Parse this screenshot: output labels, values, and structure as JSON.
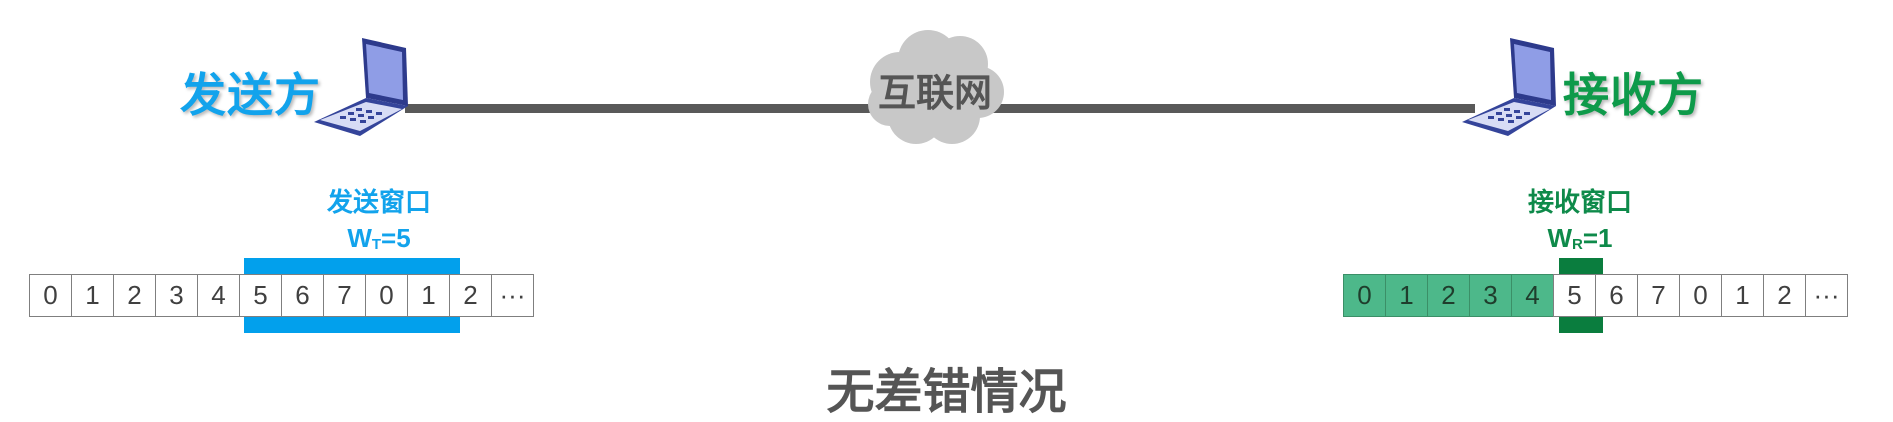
{
  "sender": {
    "label": "发送方"
  },
  "receiver": {
    "label": "接收方"
  },
  "network": {
    "label": "互联网"
  },
  "send_window": {
    "title": "发送窗口",
    "eq_letter": "W",
    "eq_sub": "T",
    "eq_rest": "=5",
    "cells": [
      "0",
      "1",
      "2",
      "3",
      "4",
      "5",
      "6",
      "7",
      "0",
      "1",
      "2",
      "···"
    ],
    "window_start_index": 5,
    "window_size": 5
  },
  "recv_window": {
    "title": "接收窗口",
    "eq_letter": "W",
    "eq_sub": "R",
    "eq_rest": "=1",
    "cells": [
      "0",
      "1",
      "2",
      "3",
      "4",
      "5",
      "6",
      "7",
      "0",
      "1",
      "2",
      "···"
    ],
    "received_count": 5,
    "window_start_index": 5,
    "window_size": 1
  },
  "caption": "无差错情况",
  "colors": {
    "sender": "#12a3ec",
    "receiver": "#0e9a4a",
    "received_cell": "#4db88a",
    "link": "#595959"
  }
}
